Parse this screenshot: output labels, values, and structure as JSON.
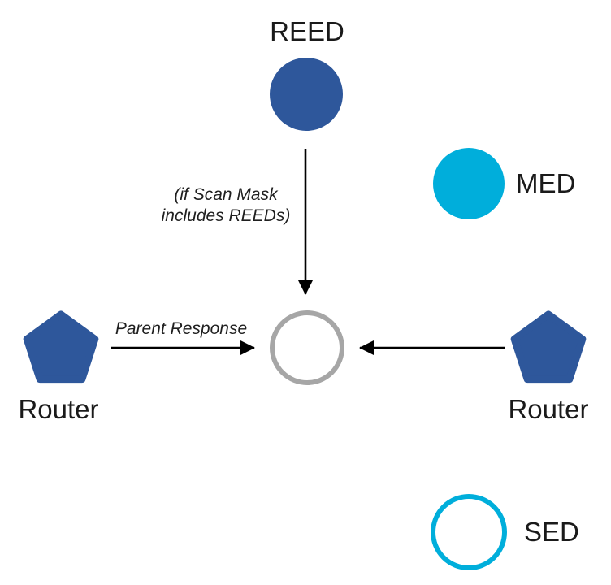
{
  "diagram": {
    "description": "Thread device roles diagram: REED and two Routers sending messages toward a prospective parent node",
    "labels": {
      "reed": "REED",
      "med": "MED",
      "sed": "SED",
      "router_left": "Router",
      "router_right": "Router"
    },
    "annotations": {
      "scan_mask_note": "(if Scan Mask\nincludes REEDs)",
      "parent_response": "Parent Response"
    },
    "nodes": [
      {
        "id": "reed",
        "shape": "filled-circle",
        "color_key": "node_blue"
      },
      {
        "id": "med",
        "shape": "filled-circle",
        "color_key": "node_cyan"
      },
      {
        "id": "router-left",
        "shape": "filled-pentagon",
        "color_key": "node_blue"
      },
      {
        "id": "router-right",
        "shape": "filled-pentagon",
        "color_key": "node_blue"
      },
      {
        "id": "parent-candidate",
        "shape": "outlined-circle",
        "color_key": "parent_gray"
      },
      {
        "id": "sed",
        "shape": "outlined-circle",
        "color_key": "node_cyan"
      }
    ],
    "edges": [
      {
        "from": "reed",
        "to": "parent-candidate",
        "note": "(if Scan Mask includes REEDs)"
      },
      {
        "from": "router-left",
        "to": "parent-candidate",
        "note": "Parent Response"
      },
      {
        "from": "router-right",
        "to": "parent-candidate",
        "note": ""
      }
    ],
    "colors": {
      "node_blue": "#2E579B",
      "node_cyan": "#00AEDB",
      "parent_gray": "#A6A6A6",
      "line": "#000000"
    }
  }
}
